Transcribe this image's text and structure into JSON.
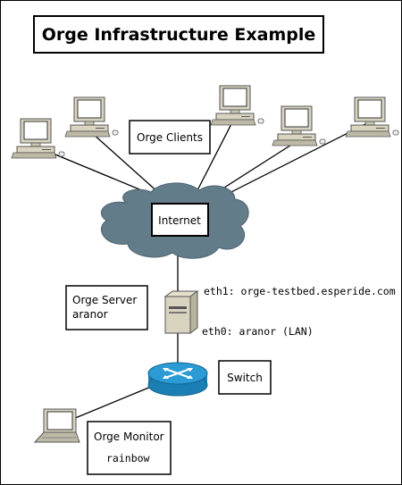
{
  "diagram": {
    "title": "Orge Infrastructure Example",
    "clients_label": "Orge Clients",
    "internet_label": "Internet",
    "server_label_line1": "Orge Server",
    "server_label_line2": "aranor",
    "eth1_label": "eth1: orge-testbed.esperide.com",
    "eth0_label": "eth0: aranor (LAN)",
    "switch_label": "Switch",
    "monitor_label_line1": "Orge Monitor",
    "monitor_label_line2": "rainbow"
  },
  "colors": {
    "cloud": "#627c8a",
    "switch": "#1f8fc7",
    "device_beige": "#d8d4c0"
  }
}
